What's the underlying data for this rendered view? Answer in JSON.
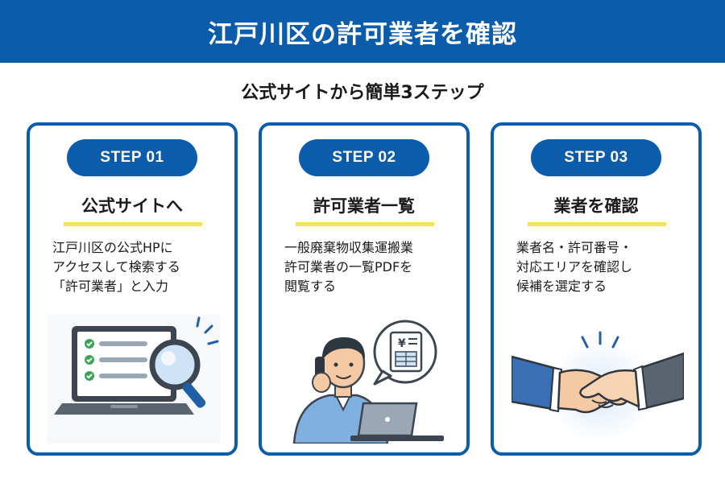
{
  "header": {
    "title": "江戸川区の許可業者を確認"
  },
  "subtitle": "公式サイトから簡単3ステップ",
  "steps": [
    {
      "label": "STEP 01",
      "title": "公式サイトへ",
      "lines": [
        "江戸川区の公式HPに",
        "アクセスして検索する",
        "「許可業者」と入力"
      ],
      "illustration": "laptop-magnifier-icon"
    },
    {
      "label": "STEP 02",
      "title": "許可業者一覧",
      "lines": [
        "一般廃棄物収集運搬業",
        "許可業者の一覧PDFを",
        "閲覧する"
      ],
      "illustration": "person-phone-laptop-icon",
      "bubble_symbol": "¥"
    },
    {
      "label": "STEP 03",
      "title": "業者を確認",
      "lines": [
        "業者名・許可番号・",
        "対応エリアを確認し",
        "候補を選定する"
      ],
      "illustration": "handshake-icon"
    }
  ],
  "colors": {
    "primary": "#0b5cab",
    "accent": "#f3e35a",
    "check": "#3aa65a"
  }
}
